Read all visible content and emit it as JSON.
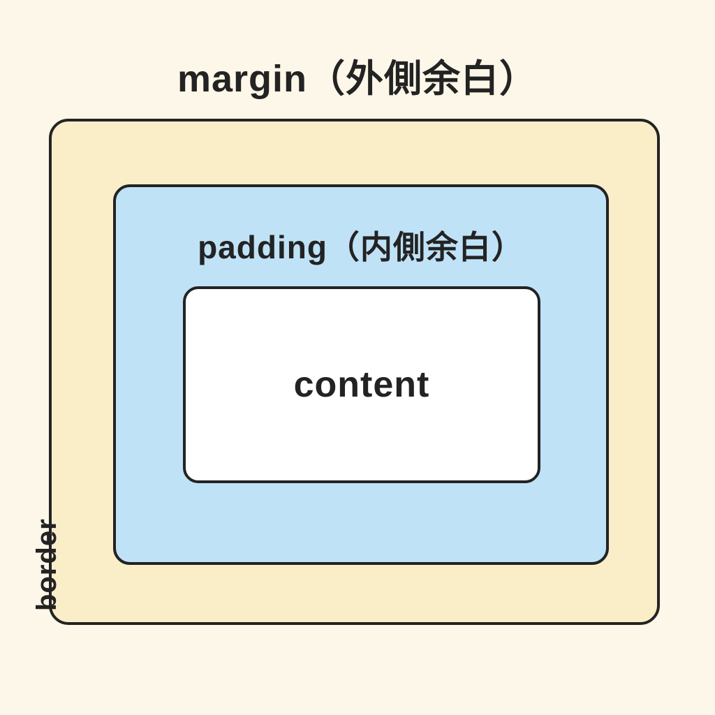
{
  "diagram": {
    "title": "margin（外側余白）",
    "labels": {
      "margin": "margin（外側余白）",
      "border": "border",
      "padding": "padding（内側余白）",
      "content": "content"
    }
  },
  "colors": {
    "background": "#FCF7E8",
    "border_box_fill": "#FAEEC9",
    "padding_box_fill": "#BFE2F7",
    "content_box_fill": "#FFFFFF",
    "outline": "#232323",
    "text": "#232323"
  }
}
